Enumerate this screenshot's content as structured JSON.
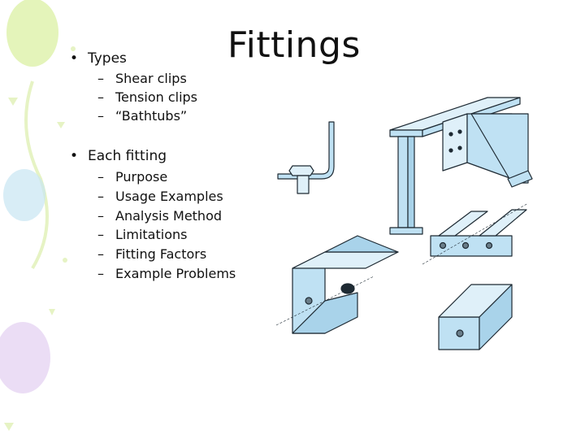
{
  "slide": {
    "title": "Fittings",
    "bullets": [
      {
        "marker": "•",
        "text": "Types",
        "subs": [
          "Shear clips",
          "Tension clips",
          "“Bathtubs”"
        ]
      },
      {
        "marker": "•",
        "text": "Each fitting",
        "subs": [
          "Purpose",
          "Usage Examples",
          "Analysis Method",
          "Limitations",
          "Fitting Factors",
          "Example Problems"
        ]
      }
    ],
    "sub_marker": "–"
  },
  "colors": {
    "part_fill": "#bfe1f3",
    "part_stroke": "#1e2a33",
    "balloon_green": "#d9ef9c",
    "balloon_blue": "#c7e5f2",
    "balloon_purple": "#e4d2f2"
  },
  "illustrations": [
    "bolted-tension-clip",
    "shear-clip-on-i-beam",
    "bathtub-fitting",
    "double-angle-clip",
    "channel-clip"
  ]
}
